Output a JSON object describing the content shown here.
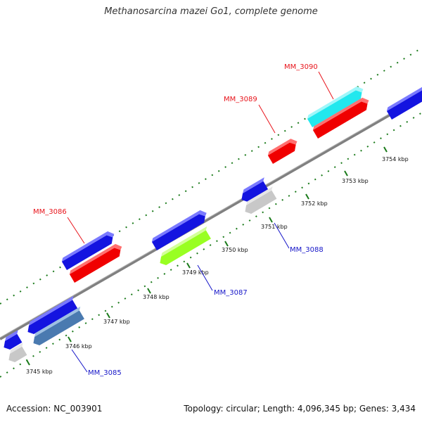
{
  "title": "Methanosarcina mazei Go1, complete genome",
  "footer": {
    "accession": "Accession: NC_003901",
    "summary": "Topology: circular; Length: 4,096,345 bp; Genes: 3,434"
  },
  "scale_labels": [
    "3745 kbp",
    "3746 kbp",
    "3747 kbp",
    "3748 kbp",
    "3749 kbp",
    "3750 kbp",
    "3751 kbp",
    "3752 kbp",
    "3753 kbp",
    "3754 kbp"
  ],
  "gene_labels": [
    {
      "text": "MM_3086",
      "strand": "plus"
    },
    {
      "text": "MM_3089",
      "strand": "plus"
    },
    {
      "text": "MM_3090",
      "strand": "plus"
    },
    {
      "text": "MM_3085",
      "strand": "minus"
    },
    {
      "text": "MM_3087",
      "strand": "minus"
    },
    {
      "text": "MM_3088",
      "strand": "minus"
    }
  ],
  "colors": {
    "backbone": "#808080",
    "tick": "#1a7a1a",
    "blue_cds": "#1414e0",
    "red_cds": "#f00000",
    "cyan_cds": "#22e8ee",
    "green_cds": "#99ff22",
    "steel_cds": "#4a7ab0",
    "gray_cds": "#c8c8c8",
    "label_red": "#e8141b",
    "label_blue": "#1515c8"
  }
}
